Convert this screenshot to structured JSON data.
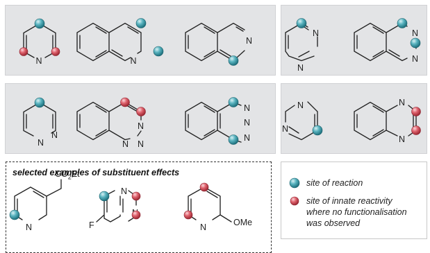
{
  "atoms": {
    "N": "N",
    "F": "F"
  },
  "substituents": {
    "ester": "CO",
    "ester_sub": "2",
    "ester_tail": "Et",
    "methoxy": "OMe"
  },
  "examples_title": "selected examples of substituent effects",
  "legend": {
    "reaction": "site of reaction",
    "innate_1": "site of innate reactivity",
    "innate_2": "where no functionalisation",
    "innate_3": "was observed"
  },
  "colors": {
    "reaction_site": "#4aa6b3",
    "innate_site": "#d7525e",
    "panel_bg": "#e3e4e6"
  }
}
